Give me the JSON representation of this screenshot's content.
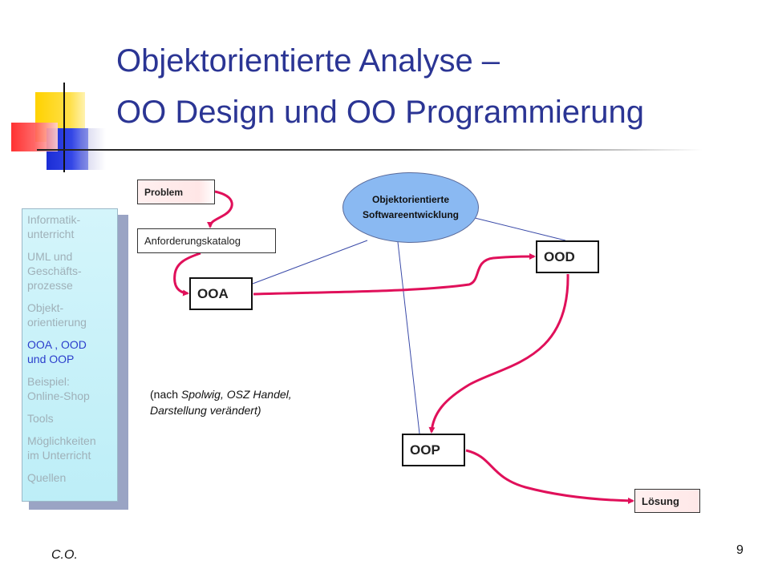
{
  "title": {
    "line1": "Objektorientierte Analyse –",
    "line2": "OO Design und OO Programmierung"
  },
  "sidebar": {
    "items": [
      {
        "label": "Informatik-\nunterricht",
        "active": false
      },
      {
        "label": "UML und\nGeschäfts-\nprozesse",
        "active": false
      },
      {
        "label": "Objekt-\norientierung",
        "active": false
      },
      {
        "label": "OOA , OOD\nund OOP",
        "active": true
      },
      {
        "label": "Beispiel:\nOnline-Shop",
        "active": false
      },
      {
        "label": "Tools",
        "active": false
      },
      {
        "label": "Möglichkeiten\nim Unterricht",
        "active": false
      },
      {
        "label": "Quellen",
        "active": false
      }
    ]
  },
  "diagram": {
    "problem": "Problem",
    "anforderung": "Anforderungskatalog",
    "ooa": "OOA",
    "ood": "OOD",
    "oop": "OOP",
    "loesung": "Lösung",
    "center_line1": "Objektorientierte",
    "center_line2": "Softwareentwicklung"
  },
  "note": {
    "prefix": "(nach ",
    "source": "Spolwig, OSZ Handel,",
    "line2": "Darstellung verändert)"
  },
  "footer": {
    "left": "C.O.",
    "page": "9"
  },
  "colors": {
    "title": "#2b3594",
    "arrow": "#e0105a",
    "connector": "#3a4aa8",
    "ellipse": "#8ab9f2",
    "sidebar_active": "#2b3ecc"
  },
  "icons": [
    "logo-squares-decoration"
  ]
}
